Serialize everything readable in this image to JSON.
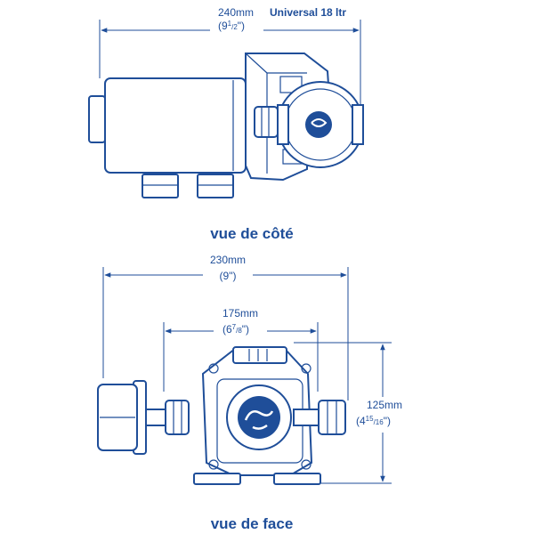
{
  "colors": {
    "ink": "#1f4e99",
    "background": "#ffffff"
  },
  "side_view": {
    "width_mm": "240mm",
    "width_in_whole": "(9",
    "width_in_frac_num": "1",
    "width_in_frac_den": "/2",
    "width_in_close": "\")",
    "model_label": "Universal 18 ltr",
    "caption": "vue de côté"
  },
  "front_view": {
    "overall_mm": "230mm",
    "overall_in": "(9\")",
    "port_mm": "175mm",
    "port_in_whole": "(6",
    "port_in_frac_num": "7",
    "port_in_frac_den": "/8",
    "port_in_close": "\")",
    "height_mm": "125mm",
    "height_in_whole": "(4",
    "height_in_frac_num": "15",
    "height_in_frac_den": "/16",
    "height_in_close": "\")",
    "caption": "vue de face"
  }
}
